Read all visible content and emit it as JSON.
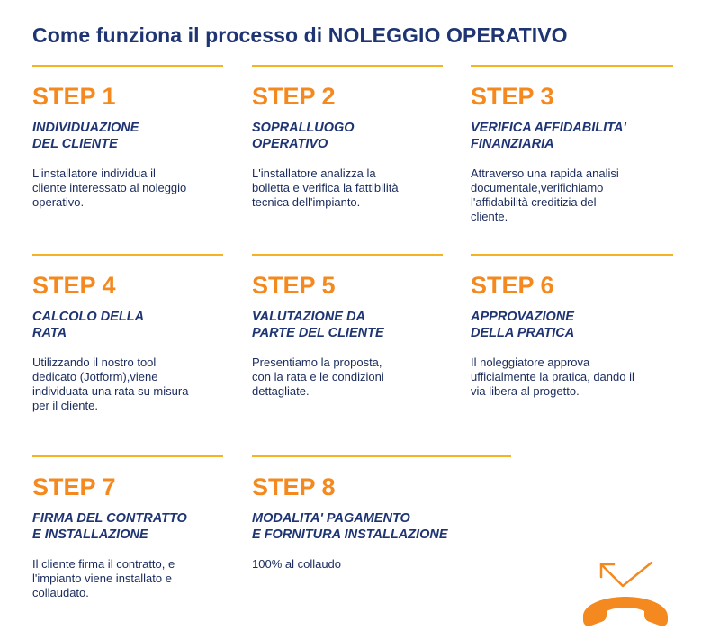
{
  "title": "Come funziona il processo di NOLEGGIO OPERATIVO",
  "steps": [
    {
      "label": "STEP 1",
      "heading": "INDIVIDUAZIONE\nDEL CLIENTE",
      "description": "L'installatore individua il\ncliente interessato al noleggio\noperativo."
    },
    {
      "label": "STEP 2",
      "heading": "SOPRALLUOGO\nOPERATIVO",
      "description": "L'installatore analizza la\nbolletta e verifica la fattibilità\ntecnica dell'impianto."
    },
    {
      "label": "STEP 3",
      "heading": "VERIFICA AFFIDABILITA'\nFINANZIARIA",
      "description": "Attraverso una rapida analisi\ndocumentale,verifichiamo\nl'affidabilità  creditizia del\ncliente."
    },
    {
      "label": "STEP 4",
      "heading": "CALCOLO DELLA\nRATA",
      "description": "Utilizzando il nostro tool\ndedicato (Jotform),viene\nindividuata una rata su misura\nper il cliente."
    },
    {
      "label": "STEP 5",
      "heading": "VALUTAZIONE DA\nPARTE DEL CLIENTE",
      "description": "Presentiamo la proposta,\ncon la rata e le condizioni\ndettagliate."
    },
    {
      "label": "STEP 6",
      "heading": "APPROVAZIONE\nDELLA PRATICA",
      "description": "Il noleggiatore approva\nufficialmente la pratica, dando il\nvia libera al progetto."
    },
    {
      "label": "STEP 7",
      "heading": "FIRMA DEL CONTRATTO\nE INSTALLAZIONE",
      "description": "Il cliente firma il contratto, e\nl'impianto viene installato e\ncollaudato."
    },
    {
      "label": "STEP 8",
      "heading": "MODALITA' PAGAMENTO\nE FORNITURA INSTALLAZIONE",
      "description": "100% al collaudo"
    }
  ],
  "colors": {
    "navy": "#1e3473",
    "orange": "#f4891f",
    "divider": "#f5b320"
  },
  "icon": "phone-callback-icon"
}
